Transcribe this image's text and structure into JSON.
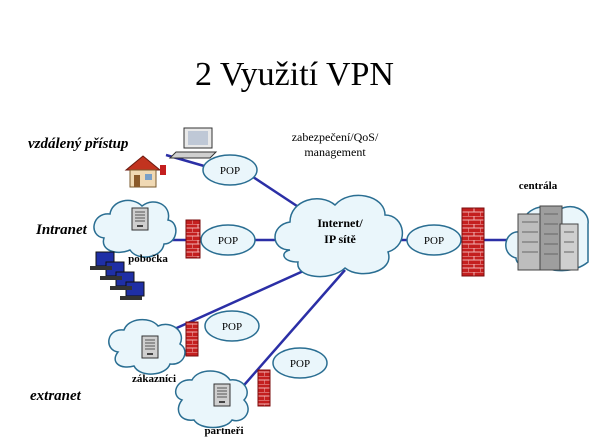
{
  "title": "2 Využití VPN",
  "labels": {
    "remote_access": "vzdálený přístup",
    "intranet": "Intranet",
    "extranet": "extranet",
    "security": [
      "zabezpečení/QoS/",
      "management"
    ]
  },
  "nodes": {
    "internet": [
      "Internet/",
      "IP sítě"
    ],
    "pop": "POP",
    "hq": "centrála",
    "branch": "pobočka",
    "customers": "zákazníci",
    "partners": "partneři"
  },
  "colors": {
    "link": "#2b2fa6",
    "cloud_fill": "#eaf6fb",
    "cloud_stroke": "#2a6e92",
    "firewall": "#c41f1f"
  }
}
